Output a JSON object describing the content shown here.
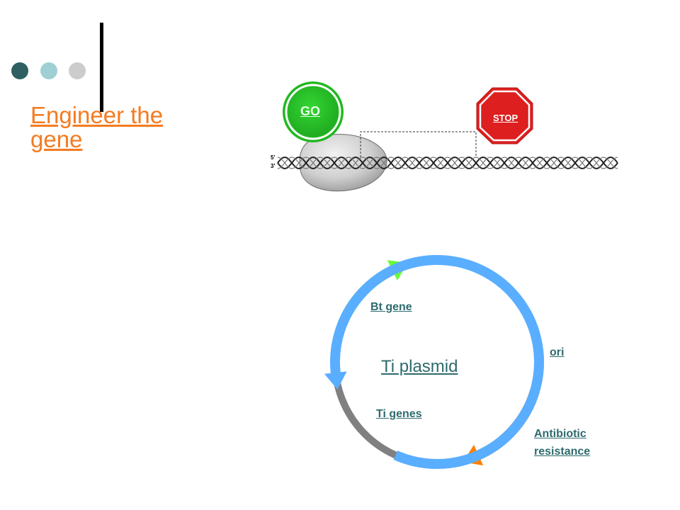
{
  "slide": {
    "title": "Engineer the\ngene",
    "bullet_colors": [
      "#2F5F60",
      "#9ECFD3",
      "#CCCCCC"
    ]
  },
  "transcription": {
    "go_label": "GO",
    "stop_label": "STOP",
    "strand_5_label": "5'",
    "strand_3_label": "3'"
  },
  "plasmid": {
    "center_label": "Ti plasmid",
    "segments": {
      "bt_gene": "Bt gene",
      "ori": "ori",
      "ti_genes": "Ti genes",
      "antibiotic_line1": "Antibiotic",
      "antibiotic_line2": "resistance"
    },
    "colors": {
      "backbone": "#808080",
      "bt_gene": "#66FF33",
      "ori": "#CC99FF",
      "antibiotic": "#FF8000",
      "ti_genes": "#5AAEFF"
    }
  }
}
